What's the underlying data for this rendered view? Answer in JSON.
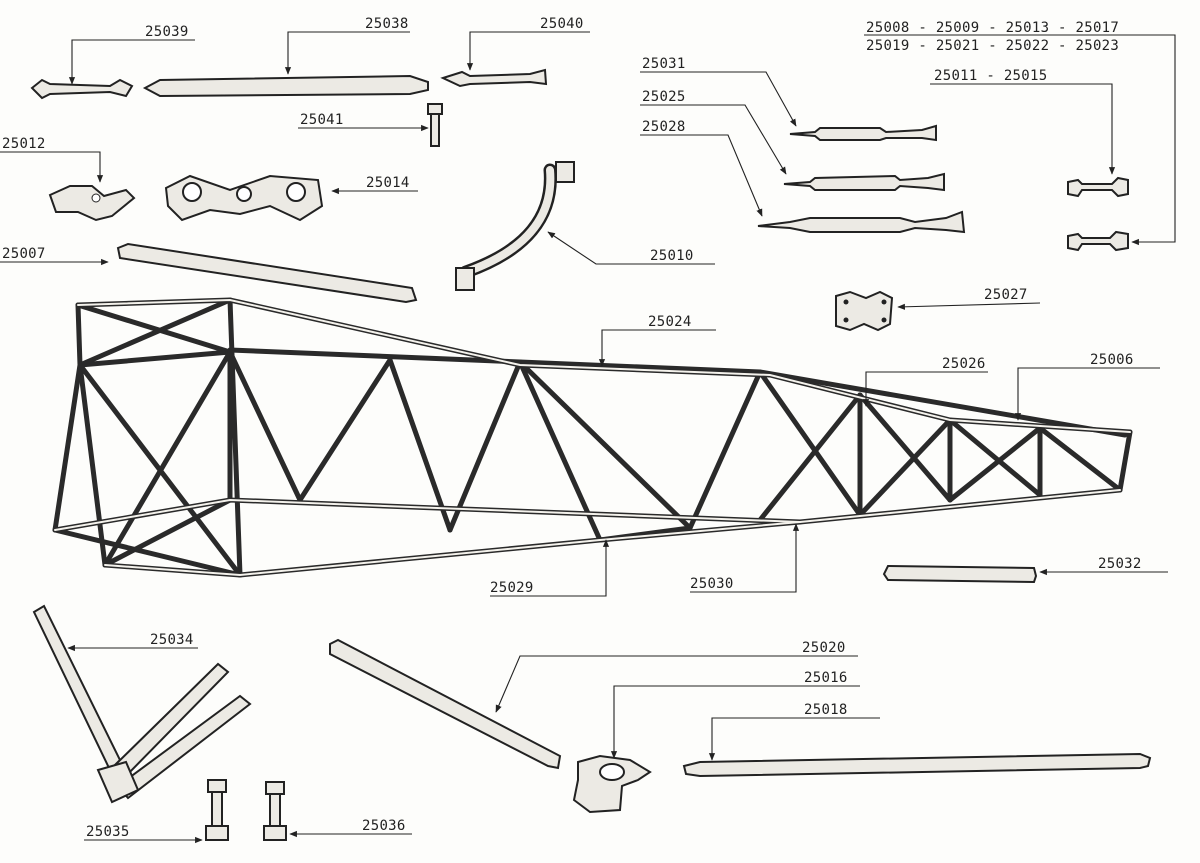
{
  "labels": {
    "l25039": "25039",
    "l25038": "25038",
    "l25040": "25040",
    "l25041": "25041",
    "l25012": "25012",
    "l25014": "25014",
    "l25007": "25007",
    "l25010": "25010",
    "l25031": "25031",
    "l25025": "25025",
    "l25028": "25028",
    "lGroupA": "25008 - 25009 - 25013 - 25017",
    "lGroupB": "25019 - 25021 - 25022 - 25023",
    "l25011": "25011 - 25015",
    "l25027": "25027",
    "l25024": "25024",
    "l25026": "25026",
    "l25006": "25006",
    "l25029": "25029",
    "l25030": "25030",
    "l25032": "25032",
    "l25034": "25034",
    "l25020": "25020",
    "l25016": "25016",
    "l25018": "25018",
    "l25035": "25035",
    "l25036": "25036"
  },
  "colors": {
    "ink": "#222222",
    "paper": "#fdfdfb",
    "tube_fill": "#eceae4"
  }
}
